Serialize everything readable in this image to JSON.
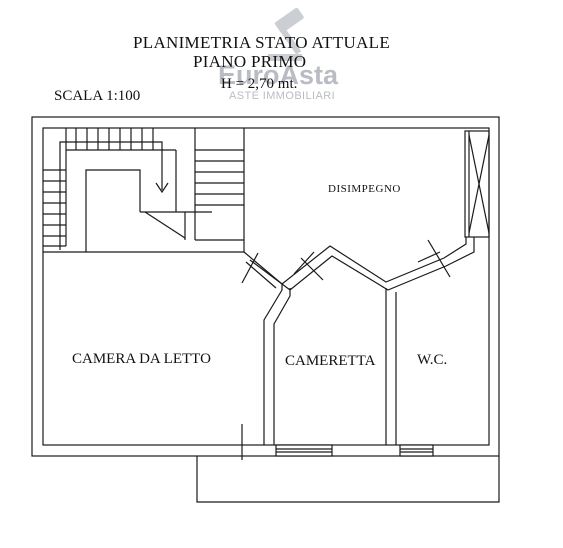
{
  "header": {
    "title": "PLANIMETRIA STATO ATTUALE",
    "floor": "PIANO PRIMO",
    "height": "H = 2,70 mt.",
    "scale": "SCALA 1:100"
  },
  "watermark": {
    "brand": "EuroAsta",
    "tagline": "ASTE IMMOBILIARI",
    "icon": "gavel-icon",
    "color": "#b9bcc2"
  },
  "rooms": {
    "disimpegno": "DISIMPEGNO",
    "camera_da_letto": "CAMERA DA LETTO",
    "cameretta": "CAMERETTA",
    "wc": "W.C."
  },
  "colors": {
    "line": "#1a1a1a",
    "background": "#ffffff"
  }
}
